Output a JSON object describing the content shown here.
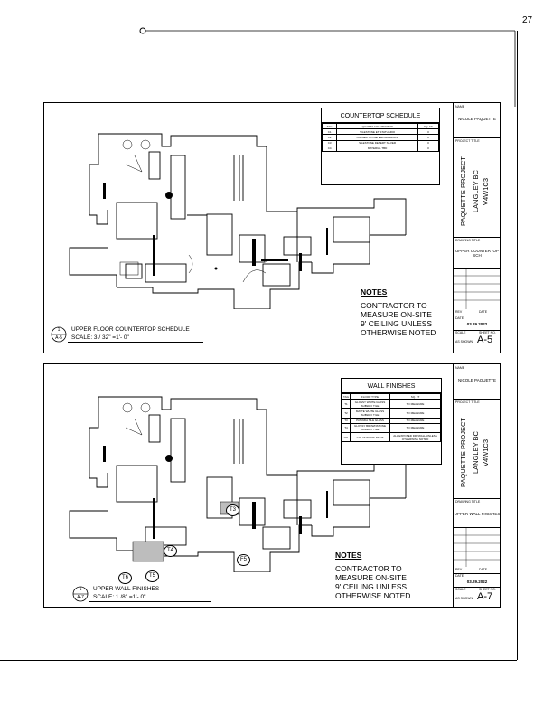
{
  "page": {
    "number": "27"
  },
  "sheets": [
    {
      "title_block": {
        "name_label": "NAME",
        "name": "NICOLE PAQUETTE",
        "project_label": "PROJECT TITLE",
        "project_title": "PAQUETTE PROJECT",
        "location_line1": "LANGLEY BC",
        "location_line2": "V4W1C3",
        "drawing_label": "DRAWING TITLE",
        "drawing_title": "UPPER COUNTERTOP SCH",
        "rev_label": "REV",
        "date_col_label": "DATE",
        "date_label": "DATE",
        "date": "03.29.2022",
        "scale_label": "SCALE",
        "scale": "AS SHOWN",
        "sheet_no_label": "SHEET NO.",
        "sheet_no": "A-5"
      },
      "schedule": {
        "title": "COUNTERTOP SCHEDULE",
        "headers": [
          "TAG",
          "QUARTZ COUNTERTOP",
          "SQ. FT"
        ],
        "rows": [
          [
            "C1",
            "SILESTONE ET STATUARIO",
            "0"
          ],
          [
            "C2",
            "CAESER STONE EMPIRA BLACK",
            "0"
          ],
          [
            "C3",
            "SILESTONE DESERT SILVER",
            "0"
          ],
          [
            "C4",
            "MATERIAL TBD",
            "0"
          ]
        ]
      },
      "notes": {
        "heading": "NOTES",
        "lines": [
          "CONTRACTOR TO",
          "MEASURE ON-SITE",
          "9' CEILING UNLESS",
          "OTHERWISE NOTED"
        ]
      },
      "drawing_label": {
        "number": "1",
        "sheet": "A-5",
        "title": "UPPER FLOOR COUNTERTOP SCHEDULE",
        "scale": "SCALE: 3 / 32\" =1'- 0\""
      }
    },
    {
      "title_block": {
        "name_label": "NAME",
        "name": "NICOLE PAQUETTE",
        "project_label": "PROJECT TITLE",
        "project_title": "PAQUETTE PROJECT",
        "location_line1": "LANGLEY BC",
        "location_line2": "V4W1C3",
        "drawing_label": "DRAWING TITLE",
        "drawing_title": "UPPER WALL FINISHES",
        "rev_label": "REV",
        "date_col_label": "DATE",
        "date_label": "DATE",
        "date": "03.29.2022",
        "scale_label": "SCALE",
        "scale": "AS SHOWN",
        "sheet_no_label": "SHEET NO.",
        "sheet_no": "A-7"
      },
      "schedule": {
        "title": "WALL FINISHES",
        "headers": [
          "TAG",
          "FLOOR TYPE",
          "SQ. FT"
        ],
        "rows": [
          [
            "T1",
            "GLOSSY WHITE GLASS SUBWAY TILE",
            "TO MEASURE"
          ],
          [
            "T2",
            "MATTE WHITE GLASS SUBWAY TILE",
            "TO MEASURE"
          ],
          [
            "T3",
            "PATRIZIA TILE GLASS",
            "TO MEASURE"
          ],
          [
            "T4",
            "GLOSSY BROWNSTONE SUBWAY TILE",
            "TO MEASURE"
          ],
          [
            "W1",
            "GOLAT WHITE PAINT",
            "ALL EXPOSED DRYWALL UNLESS OTHERWISE NOTED"
          ]
        ]
      },
      "notes": {
        "heading": "NOTES",
        "lines": [
          "CONTRACTOR TO",
          "MEASURE ON-SITE",
          "9' CEILING UNLESS",
          "OTHERWISE NOTED"
        ]
      },
      "tags": [
        "T3",
        "T4",
        "F5",
        "T6",
        "T5"
      ],
      "drawing_label": {
        "number": "1",
        "sheet": "A-7",
        "title": "UPPER WALL FINISHES",
        "scale": "SCALE: 1 /8\" =1'- 0\""
      }
    }
  ]
}
